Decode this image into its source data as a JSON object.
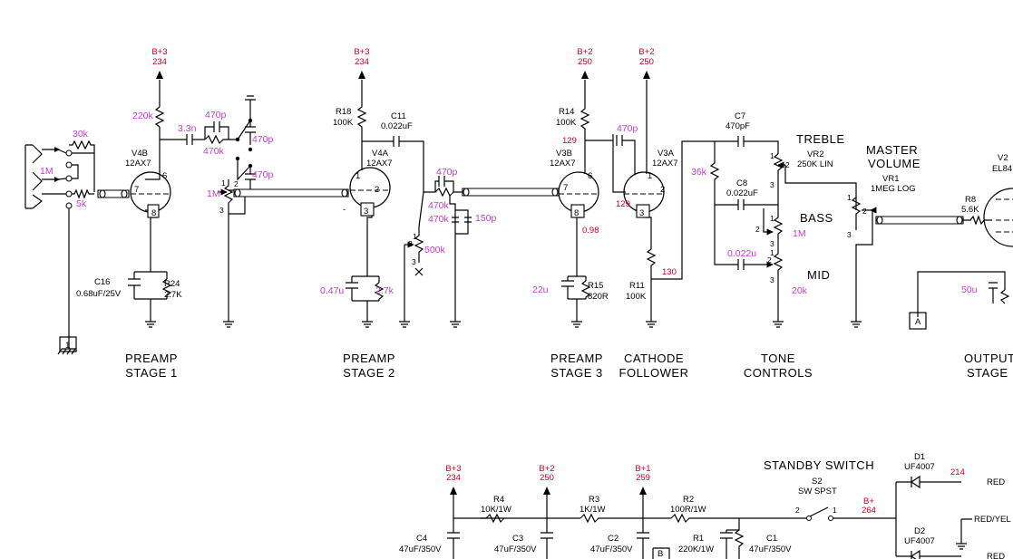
{
  "sections": {
    "preamp1_a": "PREAMP",
    "preamp1_b": "STAGE 1",
    "preamp2_a": "PREAMP",
    "preamp2_b": "STAGE 2",
    "preamp3_a": "PREAMP",
    "preamp3_b": "STAGE 3",
    "cathode_a": "CATHODE",
    "cathode_b": "FOLLOWER",
    "tone_a": "TONE",
    "tone_b": "CONTROLS",
    "output_a": "OUTPUT",
    "output_b": "STAGE"
  },
  "supplies": {
    "s1_name": "B+3",
    "s1_v": "234",
    "s2_name": "B+3",
    "s2_v": "234",
    "s3_name": "B+2",
    "s3_v": "250",
    "s4_name": "B+2",
    "s4_v": "250",
    "p1_name": "B+3",
    "p1_v": "234",
    "p2_name": "B+2",
    "p2_v": "250",
    "p3_name": "B+1",
    "p3_v": "259",
    "bplus_name": "B+",
    "bplus_v": "264",
    "d_v": "214"
  },
  "tubes": {
    "v4b_name": "V4B",
    "v4b_type": "12AX7",
    "v4a_name": "V4A",
    "v4a_type": "12AX7",
    "v3b_name": "V3B",
    "v3b_type": "12AX7",
    "v3a_name": "V3A",
    "v3a_type": "12AX7",
    "v2_name": "V2",
    "v2_type": "EL84"
  },
  "pins": [
    "6",
    "7",
    "8",
    "1",
    "2",
    "3",
    "6",
    "7",
    "8",
    "1",
    "2",
    "3"
  ],
  "stage1": {
    "r_30k": "30k",
    "r_1M": "1M",
    "r_5k": "5k",
    "r_220k": "220k",
    "c_3n3": "3.3n",
    "c_470p_a": "470p",
    "r_470k": "470k",
    "c_470p_b": "470p",
    "c_470p_c": "470p",
    "pot_1M": "1M",
    "c16": "C16",
    "c16_v": "0.68uF/25V",
    "r24": "R24",
    "r24_v": "2.7K",
    "sw1": "1",
    "sw2": "2",
    "sw3": "3",
    "gnd_box": "1"
  },
  "stage2": {
    "r18": "R18",
    "r18_v": "100K",
    "c11": "C11",
    "c11_v": "0.022uF",
    "c_470p": "470p",
    "r_470k_a": "470k",
    "r_470k_b": "470k",
    "c_150p": "150p",
    "pot_500k": "500k",
    "p1": "1",
    "p2": "2",
    "p3": "3",
    "c_047": "0.47u",
    "r_2k7": "2.7k",
    "minus": "-"
  },
  "stage3": {
    "r14": "R14",
    "r14_v": "100K",
    "v_129a": "129",
    "v_129b": "129",
    "c_470p": "470p",
    "v_098": "0.98",
    "c_22u": "22u",
    "r15": "R15",
    "r15_v": "820R",
    "r11": "R11",
    "r11_v": "100K",
    "v_130": "130"
  },
  "tone": {
    "c7": "C7",
    "c7_v": "470pF",
    "treble": "TREBLE",
    "vr2": "VR2",
    "vr2_v": "250K LIN",
    "r_36k": "36k",
    "c8": "C8",
    "c8_v": "0.022uF",
    "bass": "BASS",
    "bass_v": "1M",
    "c_022u": "0.022u",
    "mid": "MID",
    "mid_v": "20k",
    "t1": "1",
    "t2": "2",
    "t3": "3",
    "b1": "1",
    "b2": "2",
    "b3": "3",
    "m1": "1",
    "m2": "2",
    "m3": "3"
  },
  "master": {
    "title_a": "MASTER",
    "title_b": "VOLUME",
    "vr1": "VR1",
    "vr1_v": "1MEG LOG",
    "p1": "1",
    "p2": "2",
    "p3": "3",
    "box_a": "A"
  },
  "output": {
    "r8": "R8",
    "r8_v": "5.6K",
    "c_50u": "50u"
  },
  "psu": {
    "c4": "C4",
    "c4_v": "47uF/350V",
    "r4": "R4",
    "r4_v": "10K/1W",
    "c3": "C3",
    "c3_v": "47uF/350V",
    "r3": "R3",
    "r3_v": "1K/1W",
    "c2": "C2",
    "c2_v": "47uF/350V",
    "box_b": "B",
    "r2": "R2",
    "r2_v": "100R/1W",
    "r1": "R1",
    "r1_v": "220K/1W",
    "c1": "C1",
    "c1_v": "47uF/350V",
    "standby": "STANDBY SWITCH",
    "s2": "S2",
    "s2_v": "SW SPST",
    "sw_2": "2",
    "sw_1": "1",
    "d1": "D1",
    "d1_v": "UF4007",
    "d2": "D2",
    "d2_v": "UF4007",
    "red_a": "RED",
    "redyel": "RED/YEL",
    "red_b": "RED"
  }
}
